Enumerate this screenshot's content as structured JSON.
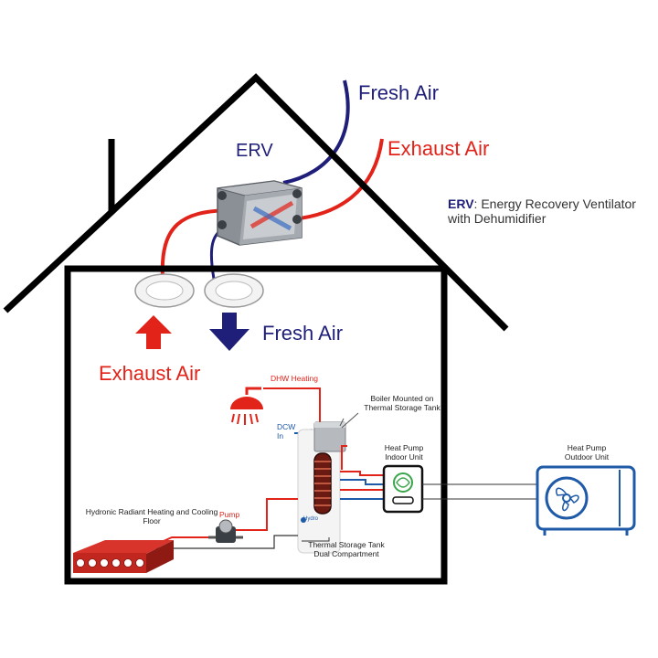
{
  "labels": {
    "fresh_air_top": "Fresh Air",
    "exhaust_air_top": "Exhaust Air",
    "erv_title": "ERV",
    "erv_desc_abbr": "ERV",
    "erv_desc_text": ": Energy Recovery Ventilator with Dehumidifier",
    "fresh_air_inside": "Fresh Air",
    "exhaust_air_inside": "Exhaust Air",
    "dhw_heating": "DHW Heating",
    "boiler": "Boiler Mounted on Thermal Storage Tank",
    "dcw_in": "DCW In",
    "hp_indoor": "Heat Pump Indoor Unit",
    "hp_outdoor": "Heat Pump Outdoor Unit",
    "hydronic": "Hydronic Radiant Heating and Cooling Floor",
    "pump": "Pump",
    "tank": "Thermal Storage Tank Dual Compartment",
    "tank_brand": "Hydro"
  },
  "colors": {
    "navy": "#1f1f7a",
    "red": "#e2231a",
    "blue_unit": "#1f5aa8",
    "house": "#000000"
  }
}
